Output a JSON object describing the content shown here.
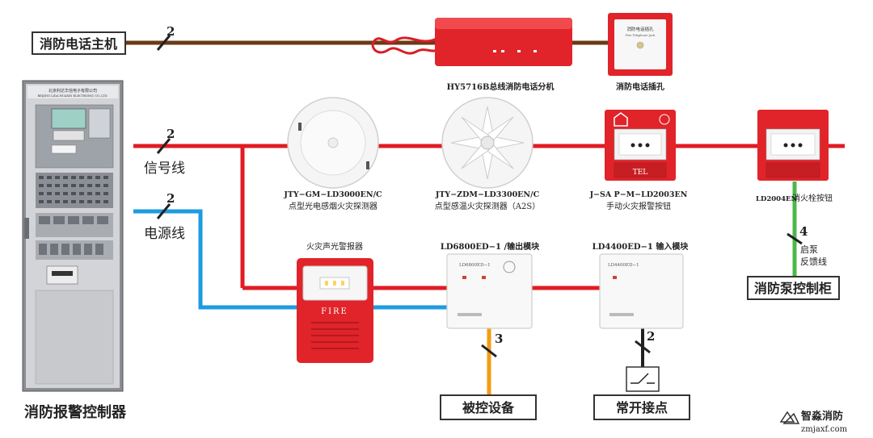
{
  "colors": {
    "phone_line": "#6b3a17",
    "signal_line": "#e21b23",
    "power_line": "#1e9be0",
    "controlled_line": "#f39c12",
    "pump_line": "#4cb848",
    "contact_line": "#222222",
    "device_red": "#e0242a",
    "box_border": "#333333"
  },
  "controller": {
    "caption": "消防报警控制器",
    "plate_line1": "北京利达华信电子有限公司",
    "plate_line2": "BEIJING LIDA HUAXIN ELECTRONIC CO.,LTD."
  },
  "phone_host": {
    "label": "消防电话主机"
  },
  "phone_extension": {
    "label": "HY5716B总线消防电话分机"
  },
  "phone_jack": {
    "label": "消防电话插孔",
    "face_line1": "消防电话插孔",
    "face_line2": "Fire Telephone Jack"
  },
  "lines": {
    "signal": {
      "label": "信号线",
      "wires": "2"
    },
    "power": {
      "label": "电源线",
      "wires": "2"
    },
    "phone": {
      "wires": "2"
    },
    "controlled": {
      "wires": "3"
    },
    "contact": {
      "wires": "2"
    },
    "pump": {
      "wires": "4",
      "label_line1": "启泵",
      "label_line2": "反馈线"
    }
  },
  "smoke_detector": {
    "model": "JTY−GM−LD3000EN/C",
    "name": "点型光电感烟火灾探测器"
  },
  "heat_detector": {
    "model": "JTY−ZDM−LD3300EN/C",
    "name": "点型感温火灾探测器（A2S）"
  },
  "manual_alarm": {
    "model": "J−SA  P−M−LD2003EN",
    "name": "手动火灾报警按钮",
    "face_text": "TEL"
  },
  "hydrant_button": {
    "model": "LD2004EN",
    "name": "消火栓按钮"
  },
  "sounder_strobe": {
    "label": "火灾声光警报器",
    "face_text": "FIRE"
  },
  "output_module": {
    "label": "LD6800ED−1 /输出模块",
    "face_model": "LD6800ED−1"
  },
  "input_module": {
    "label": "LD4400ED−1 输入模块",
    "face_model": "LD4400ED−1"
  },
  "controlled_device": {
    "label": "被控设备"
  },
  "normally_open": {
    "label": "常开接点"
  },
  "pump_cabinet": {
    "label": "消防泵控制柜"
  },
  "watermark": {
    "brand": "智淼消防",
    "url": "zmjaxf.com"
  }
}
